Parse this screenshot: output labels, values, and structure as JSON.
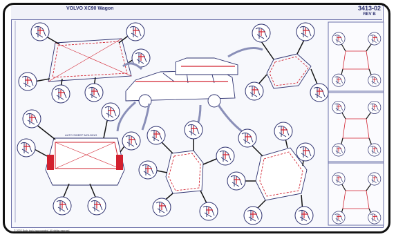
{
  "header": {
    "title": "VOLVO XC90 Wagon",
    "part_number": "3413-02",
    "revision": "REV B"
  },
  "footer": {
    "copyright": "© 2003 Body tech Incorporated. All rights reserved."
  },
  "labels": {
    "tailgate_callout": "AUTO SWEEP MOLDING"
  },
  "colors": {
    "line": "#2b2f6e",
    "accent": "#d2202e",
    "panel": "#ffffff"
  }
}
